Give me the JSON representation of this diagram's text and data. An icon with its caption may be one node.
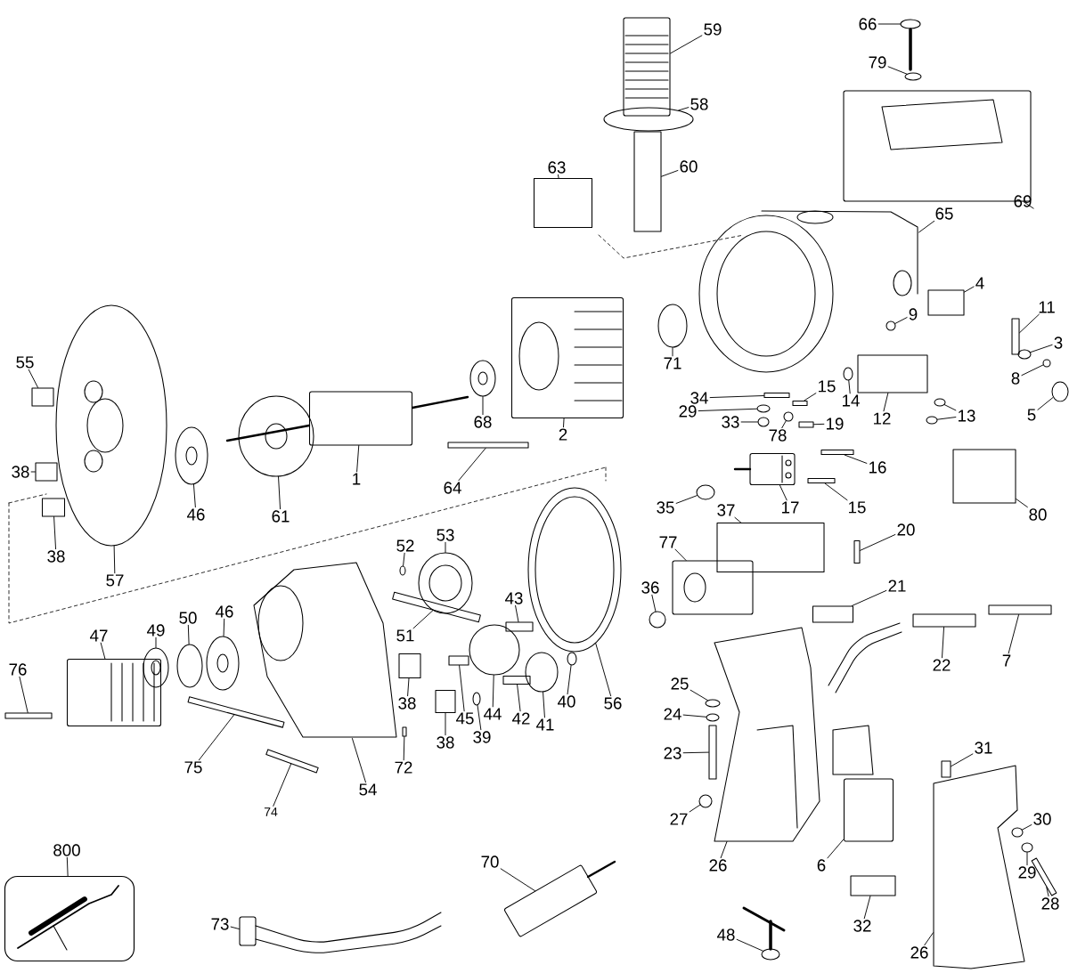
{
  "diagram": {
    "nodes": [
      {
        "text": [
          "66"
        ]
      },
      {
        "text": [
          "59"
        ]
      },
      {
        "text": [
          "79"
        ]
      },
      {
        "text": [
          "58"
        ]
      },
      {
        "text": [
          "60"
        ]
      },
      {
        "text": [
          "63"
        ]
      },
      {
        "text": [
          "69"
        ]
      },
      {
        "text": [
          "65"
        ]
      },
      {
        "text": [
          "4"
        ]
      },
      {
        "text": [
          "11"
        ]
      },
      {
        "text": [
          "9"
        ]
      },
      {
        "text": [
          "3"
        ]
      },
      {
        "text": [
          "71"
        ]
      },
      {
        "text": [
          "55"
        ]
      },
      {
        "text": [
          "8"
        ]
      },
      {
        "text": [
          "14"
        ]
      },
      {
        "text": [
          "34"
        ]
      },
      {
        "text": [
          "15"
        ]
      },
      {
        "text": [
          "29"
        ]
      },
      {
        "text": [
          "5"
        ]
      },
      {
        "text": [
          "12"
        ]
      },
      {
        "text": [
          "13"
        ]
      },
      {
        "text": [
          "33"
        ]
      },
      {
        "text": [
          "68"
        ]
      },
      {
        "text": [
          "19"
        ]
      },
      {
        "text": [
          "78"
        ]
      },
      {
        "text": [
          "2"
        ]
      },
      {
        "text": [
          "38"
        ]
      },
      {
        "text": [
          "1"
        ]
      },
      {
        "text": [
          "64"
        ]
      },
      {
        "text": [
          "16"
        ]
      },
      {
        "text": [
          "46"
        ]
      },
      {
        "text": [
          "61"
        ]
      },
      {
        "text": [
          "80"
        ]
      },
      {
        "text": [
          "17"
        ]
      },
      {
        "text": [
          "15"
        ]
      },
      {
        "text": [
          "35"
        ]
      },
      {
        "text": [
          "37"
        ]
      },
      {
        "text": [
          "20"
        ]
      },
      {
        "text": [
          "53"
        ]
      },
      {
        "text": [
          "77"
        ]
      },
      {
        "text": [
          "52"
        ]
      },
      {
        "text": [
          "38"
        ]
      },
      {
        "text": [
          "57"
        ]
      },
      {
        "text": [
          "21"
        ]
      },
      {
        "text": [
          "36"
        ]
      },
      {
        "text": [
          "43"
        ]
      },
      {
        "text": [
          "46"
        ]
      },
      {
        "text": [
          "50"
        ]
      },
      {
        "text": [
          "49"
        ]
      },
      {
        "text": [
          "47"
        ]
      },
      {
        "text": [
          "51"
        ]
      },
      {
        "text": [
          "7"
        ]
      },
      {
        "text": [
          "22"
        ]
      },
      {
        "text": [
          "76"
        ]
      },
      {
        "text": [
          "25"
        ]
      },
      {
        "text": [
          "40"
        ]
      },
      {
        "text": [
          "38"
        ]
      },
      {
        "text": [
          "56"
        ]
      },
      {
        "text": [
          "44"
        ]
      },
      {
        "text": [
          "24"
        ]
      },
      {
        "text": [
          "45"
        ]
      },
      {
        "text": [
          "42"
        ]
      },
      {
        "text": [
          "41"
        ]
      },
      {
        "text": [
          "39"
        ]
      },
      {
        "text": [
          "38"
        ]
      },
      {
        "text": [
          "31"
        ]
      },
      {
        "text": [
          "23"
        ]
      },
      {
        "text": [
          "75"
        ]
      },
      {
        "text": [
          "72"
        ]
      },
      {
        "text": [
          "54"
        ]
      },
      {
        "text": [
          "74"
        ]
      },
      {
        "text": [
          "27"
        ]
      },
      {
        "text": [
          "30"
        ]
      },
      {
        "text": [
          "800"
        ]
      },
      {
        "text": [
          "26"
        ]
      },
      {
        "text": [
          "6"
        ]
      },
      {
        "text": [
          "70"
        ]
      },
      {
        "text": [
          "29"
        ]
      },
      {
        "text": [
          "28"
        ]
      },
      {
        "text": [
          "73"
        ]
      },
      {
        "text": [
          "32"
        ]
      },
      {
        "text": [
          "48"
        ]
      },
      {
        "text": [
          "26"
        ]
      },
      {
        "text": [],
        "shape": "picture"
      },
      {
        "text": [],
        "shape": "picture"
      },
      {
        "text": [],
        "shape": "circle"
      },
      {
        "text": [],
        "shape": "circle"
      },
      {
        "text": [],
        "shape": "box"
      },
      {
        "text": [],
        "shape": "box"
      },
      {
        "text": [],
        "shape": "picture"
      },
      {
        "text": [],
        "shape": "picture"
      },
      {
        "text": [],
        "shape": "box"
      },
      {
        "text": [],
        "shape": "box"
      },
      {
        "text": [],
        "shape": "circle"
      },
      {
        "text": [],
        "shape": "circle"
      },
      {
        "text": [],
        "shape": "circle"
      },
      {
        "text": [],
        "shape": "box"
      },
      {
        "text": [],
        "shape": "circle"
      },
      {
        "text": [],
        "shape": "circle"
      },
      {
        "text": [],
        "shape": "box"
      },
      {
        "text": [],
        "shape": "box"
      },
      {
        "text": [],
        "shape": "circle"
      },
      {
        "text": [],
        "shape": "circle"
      },
      {
        "text": [],
        "shape": "box"
      },
      {
        "text": [],
        "shape": "circle"
      },
      {
        "text": [],
        "shape": "circle"
      },
      {
        "text": [],
        "shape": "picture"
      },
      {
        "text": [],
        "shape": "box"
      },
      {
        "text": [],
        "shape": "circle"
      },
      {
        "text": [],
        "shape": "picture"
      },
      {
        "text": [],
        "shape": "box"
      },
      {
        "text": [],
        "shape": "picture"
      },
      {
        "text": [],
        "shape": "box"
      },
      {
        "text": [],
        "shape": "box"
      },
      {
        "text": [],
        "shape": "picture"
      },
      {
        "text": [],
        "shape": "picture"
      },
      {
        "text": [],
        "shape": "box"
      },
      {
        "text": [],
        "shape": "picture"
      },
      {
        "text": [],
        "shape": "box"
      },
      {
        "text": [],
        "shape": "circle"
      },
      {
        "text": [],
        "shape": "box"
      },
      {
        "text": [],
        "shape": "box"
      },
      {
        "text": [],
        "shape": "picture"
      },
      {
        "text": [],
        "shape": "picture"
      },
      {
        "text": [],
        "shape": "circle"
      },
      {
        "text": [],
        "shape": "box"
      },
      {
        "text": [],
        "shape": "picture"
      },
      {
        "text": [],
        "shape": "box"
      },
      {
        "text": [],
        "shape": "circle"
      },
      {
        "text": [],
        "shape": "box"
      },
      {
        "text": [],
        "shape": "picture"
      },
      {
        "text": [],
        "shape": "circle"
      },
      {
        "text": [],
        "shape": "picture"
      },
      {
        "text": [],
        "shape": "picture"
      },
      {
        "text": [],
        "shape": "box"
      },
      {
        "text": [],
        "shape": "box"
      },
      {
        "text": [],
        "shape": "box"
      },
      {
        "text": [],
        "shape": "box"
      },
      {
        "text": [],
        "shape": "circle"
      },
      {
        "text": [],
        "shape": "circle"
      },
      {
        "text": [],
        "shape": "box"
      },
      {
        "text": [],
        "shape": "picture"
      },
      {
        "text": [],
        "shape": "circle"
      },
      {
        "text": [],
        "shape": "circle"
      },
      {
        "text": [],
        "shape": "box"
      },
      {
        "text": [],
        "shape": "box"
      },
      {
        "text": [],
        "shape": "circle"
      },
      {
        "text": [],
        "shape": "circle"
      },
      {
        "text": [],
        "shape": "box"
      },
      {
        "text": [],
        "shape": "box"
      },
      {
        "text": [],
        "shape": "box"
      },
      {
        "text": [],
        "shape": "box"
      },
      {
        "text": [],
        "shape": "box"
      },
      {
        "text": [],
        "shape": "picture"
      },
      {
        "text": [],
        "shape": "box"
      },
      {
        "text": [],
        "shape": "circle"
      },
      {
        "text": [],
        "shape": "circle"
      },
      {
        "text": [],
        "shape": "picture"
      },
      {
        "text": [],
        "shape": "picture"
      },
      {
        "text": [],
        "shape": "picture"
      },
      {
        "text": [],
        "shape": "picture"
      },
      {
        "text": [],
        "shape": "circle"
      },
      {
        "text": [],
        "shape": "box"
      },
      {
        "text": [],
        "shape": "picture"
      },
      {
        "text": [],
        "shape": "box"
      },
      {
        "text": [],
        "shape": "picture"
      },
      {
        "text": [],
        "shape": "picture"
      },
      {
        "text": [],
        "shape": "circle"
      }
    ],
    "edges": [
      {
        "from": 0,
        "to": 84,
        "arrow": "none"
      },
      {
        "from": 1,
        "to": 85,
        "arrow": "none"
      },
      {
        "from": 2,
        "to": 86,
        "arrow": "none"
      },
      {
        "from": 3,
        "to": 87,
        "arrow": "none"
      },
      {
        "from": 4,
        "to": 88,
        "arrow": "none"
      },
      {
        "from": 5,
        "to": 89,
        "arrow": "none"
      },
      {
        "from": 6,
        "to": 90,
        "arrow": "none"
      },
      {
        "from": 7,
        "to": 91,
        "arrow": "none"
      },
      {
        "from": 8,
        "to": 92,
        "arrow": "none"
      },
      {
        "from": 9,
        "to": 93,
        "arrow": "none"
      },
      {
        "from": 10,
        "to": 94,
        "arrow": "none"
      },
      {
        "from": 11,
        "to": 95,
        "arrow": "none"
      },
      {
        "from": 12,
        "to": 96,
        "arrow": "none"
      },
      {
        "from": 13,
        "to": 97,
        "arrow": "none"
      },
      {
        "from": 14,
        "to": 98,
        "arrow": "none"
      },
      {
        "from": 15,
        "to": 99,
        "arrow": "none"
      },
      {
        "from": 16,
        "to": 100,
        "arrow": "none"
      },
      {
        "from": 17,
        "to": 101,
        "arrow": "none"
      },
      {
        "from": 18,
        "to": 102,
        "arrow": "none"
      },
      {
        "from": 19,
        "to": 103,
        "arrow": "none"
      },
      {
        "from": 20,
        "to": 104,
        "arrow": "none"
      },
      {
        "from": 21,
        "to": 105,
        "arrow": "none"
      },
      {
        "from": 22,
        "to": 106,
        "arrow": "none"
      },
      {
        "from": 23,
        "to": 107,
        "arrow": "none"
      },
      {
        "from": 24,
        "to": 108,
        "arrow": "none"
      },
      {
        "from": 25,
        "to": 109,
        "arrow": "none"
      },
      {
        "from": 26,
        "to": 110,
        "arrow": "none"
      },
      {
        "from": 27,
        "to": 111,
        "arrow": "none"
      },
      {
        "from": 28,
        "to": 112,
        "arrow": "none"
      },
      {
        "from": 29,
        "to": 113,
        "arrow": "none"
      },
      {
        "from": 30,
        "to": 114,
        "arrow": "none"
      },
      {
        "from": 31,
        "to": 115,
        "arrow": "none"
      },
      {
        "from": 32,
        "to": 116,
        "arrow": "none"
      },
      {
        "from": 33,
        "to": 117,
        "arrow": "none"
      },
      {
        "from": 34,
        "to": 118,
        "arrow": "none"
      },
      {
        "from": 35,
        "to": 119,
        "arrow": "none"
      },
      {
        "from": 36,
        "to": 120,
        "arrow": "none"
      },
      {
        "from": 37,
        "to": 121,
        "arrow": "none"
      },
      {
        "from": 38,
        "to": 122,
        "arrow": "none"
      },
      {
        "from": 39,
        "to": 123,
        "arrow": "none"
      },
      {
        "from": 40,
        "to": 124,
        "arrow": "none"
      },
      {
        "from": 41,
        "to": 125,
        "arrow": "none"
      },
      {
        "from": 42,
        "to": 126,
        "arrow": "none"
      },
      {
        "from": 43,
        "to": 127,
        "arrow": "none"
      },
      {
        "from": 44,
        "to": 128,
        "arrow": "none"
      },
      {
        "from": 45,
        "to": 129,
        "arrow": "none"
      },
      {
        "from": 46,
        "to": 130,
        "arrow": "none"
      },
      {
        "from": 47,
        "to": 131,
        "arrow": "none"
      },
      {
        "from": 48,
        "to": 132,
        "arrow": "none"
      },
      {
        "from": 49,
        "to": 133,
        "arrow": "none"
      },
      {
        "from": 50,
        "to": 134,
        "arrow": "none"
      },
      {
        "from": 51,
        "to": 135,
        "arrow": "none"
      },
      {
        "from": 52,
        "to": 136,
        "arrow": "none"
      },
      {
        "from": 53,
        "to": 137,
        "arrow": "none"
      },
      {
        "from": 54,
        "to": 138,
        "arrow": "none"
      },
      {
        "from": 55,
        "to": 139,
        "arrow": "none"
      },
      {
        "from": 56,
        "to": 140,
        "arrow": "none"
      },
      {
        "from": 57,
        "to": 141,
        "arrow": "none"
      },
      {
        "from": 58,
        "to": 142,
        "arrow": "none"
      },
      {
        "from": 59,
        "to": 143,
        "arrow": "none"
      },
      {
        "from": 60,
        "to": 144,
        "arrow": "none"
      },
      {
        "from": 61,
        "to": 145,
        "arrow": "none"
      },
      {
        "from": 62,
        "to": 146,
        "arrow": "none"
      },
      {
        "from": 63,
        "to": 147,
        "arrow": "none"
      },
      {
        "from": 64,
        "to": 148,
        "arrow": "none"
      },
      {
        "from": 65,
        "to": 149,
        "arrow": "none"
      },
      {
        "from": 66,
        "to": 150,
        "arrow": "none"
      },
      {
        "from": 67,
        "to": 151,
        "arrow": "none"
      },
      {
        "from": 68,
        "to": 152,
        "arrow": "none"
      },
      {
        "from": 69,
        "to": 153,
        "arrow": "none"
      },
      {
        "from": 70,
        "to": 154,
        "arrow": "none"
      },
      {
        "from": 71,
        "to": 155,
        "arrow": "none"
      },
      {
        "from": 72,
        "to": 156,
        "arrow": "none"
      },
      {
        "from": 73,
        "to": 157,
        "arrow": "none"
      },
      {
        "from": 74,
        "to": 158,
        "arrow": "none"
      },
      {
        "from": 75,
        "to": 159,
        "arrow": "none"
      },
      {
        "from": 76,
        "to": 160,
        "arrow": "none"
      },
      {
        "from": 77,
        "to": 161,
        "arrow": "none"
      },
      {
        "from": 78,
        "to": 162,
        "arrow": "none"
      },
      {
        "from": 79,
        "to": 163,
        "arrow": "none"
      },
      {
        "from": 80,
        "to": 164,
        "arrow": "none"
      },
      {
        "from": 81,
        "to": 165,
        "arrow": "none"
      },
      {
        "from": 82,
        "to": 166,
        "arrow": "none"
      },
      {
        "from": 83,
        "to": 167,
        "arrow": "none"
      },
      {
        "from": 21,
        "to": 168,
        "arrow": "none"
      }
    ]
  }
}
